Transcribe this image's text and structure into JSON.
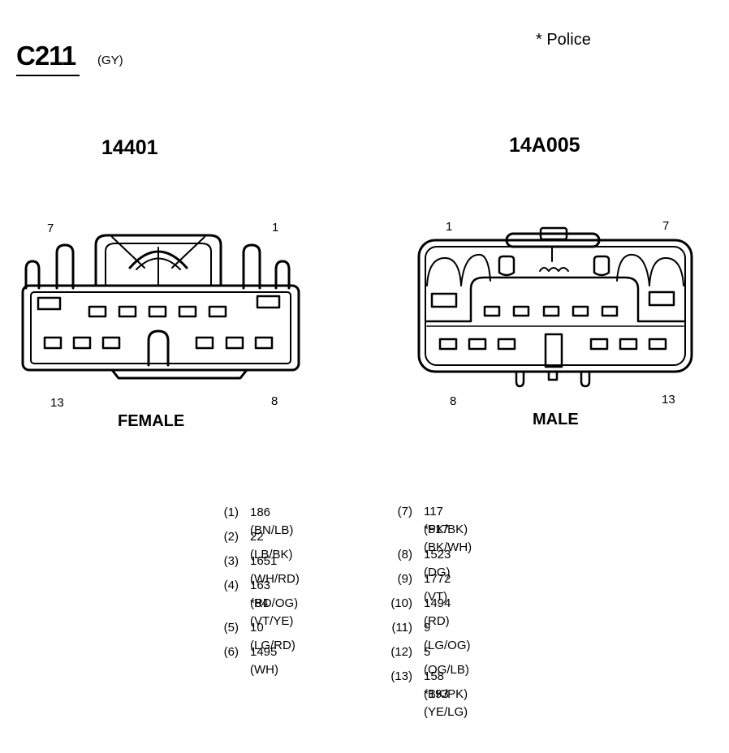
{
  "connector": {
    "id": "C211",
    "color_code": "(GY)",
    "police_note": "* Police"
  },
  "female": {
    "part_number": "14401",
    "label": "FEMALE",
    "pin_top_left": "7",
    "pin_top_right": "1",
    "pin_bottom_left": "13",
    "pin_bottom_right": "8"
  },
  "male": {
    "part_number": "14A005",
    "label": "MALE",
    "pin_top_left": "1",
    "pin_top_right": "7",
    "pin_bottom_left": "8",
    "pin_bottom_right": "13"
  },
  "pins_left": [
    {
      "no": "(1)",
      "wire": "186 (BN/LB)",
      "alt": ""
    },
    {
      "no": "(2)",
      "wire": "22 (LB/BK)",
      "alt": ""
    },
    {
      "no": "(3)",
      "wire": "1651 (WH/RD)",
      "alt": ""
    },
    {
      "no": "(4)",
      "wire": "163 (RD/OG)",
      "alt": "*84 (VT/YE)"
    },
    {
      "no": "(5)",
      "wire": "10 (LG/RD)",
      "alt": ""
    },
    {
      "no": "(6)",
      "wire": "1495 (WH)",
      "alt": ""
    }
  ],
  "pins_right": [
    {
      "no": "(7)",
      "wire": "117 (PK/BK)",
      "alt": "*517 (BK/WH)"
    },
    {
      "no": "(8)",
      "wire": "1523 (DG)",
      "alt": ""
    },
    {
      "no": "(9)",
      "wire": "1772 (VT)",
      "alt": ""
    },
    {
      "no": "(10)",
      "wire": "1494 (RD)",
      "alt": ""
    },
    {
      "no": "(11)",
      "wire": "9 (LG/OG)",
      "alt": ""
    },
    {
      "no": "(12)",
      "wire": "5 (OG/LB)",
      "alt": ""
    },
    {
      "no": "(13)",
      "wire": "158 (BK/PK)",
      "alt": "*193 (YE/LG)"
    }
  ]
}
